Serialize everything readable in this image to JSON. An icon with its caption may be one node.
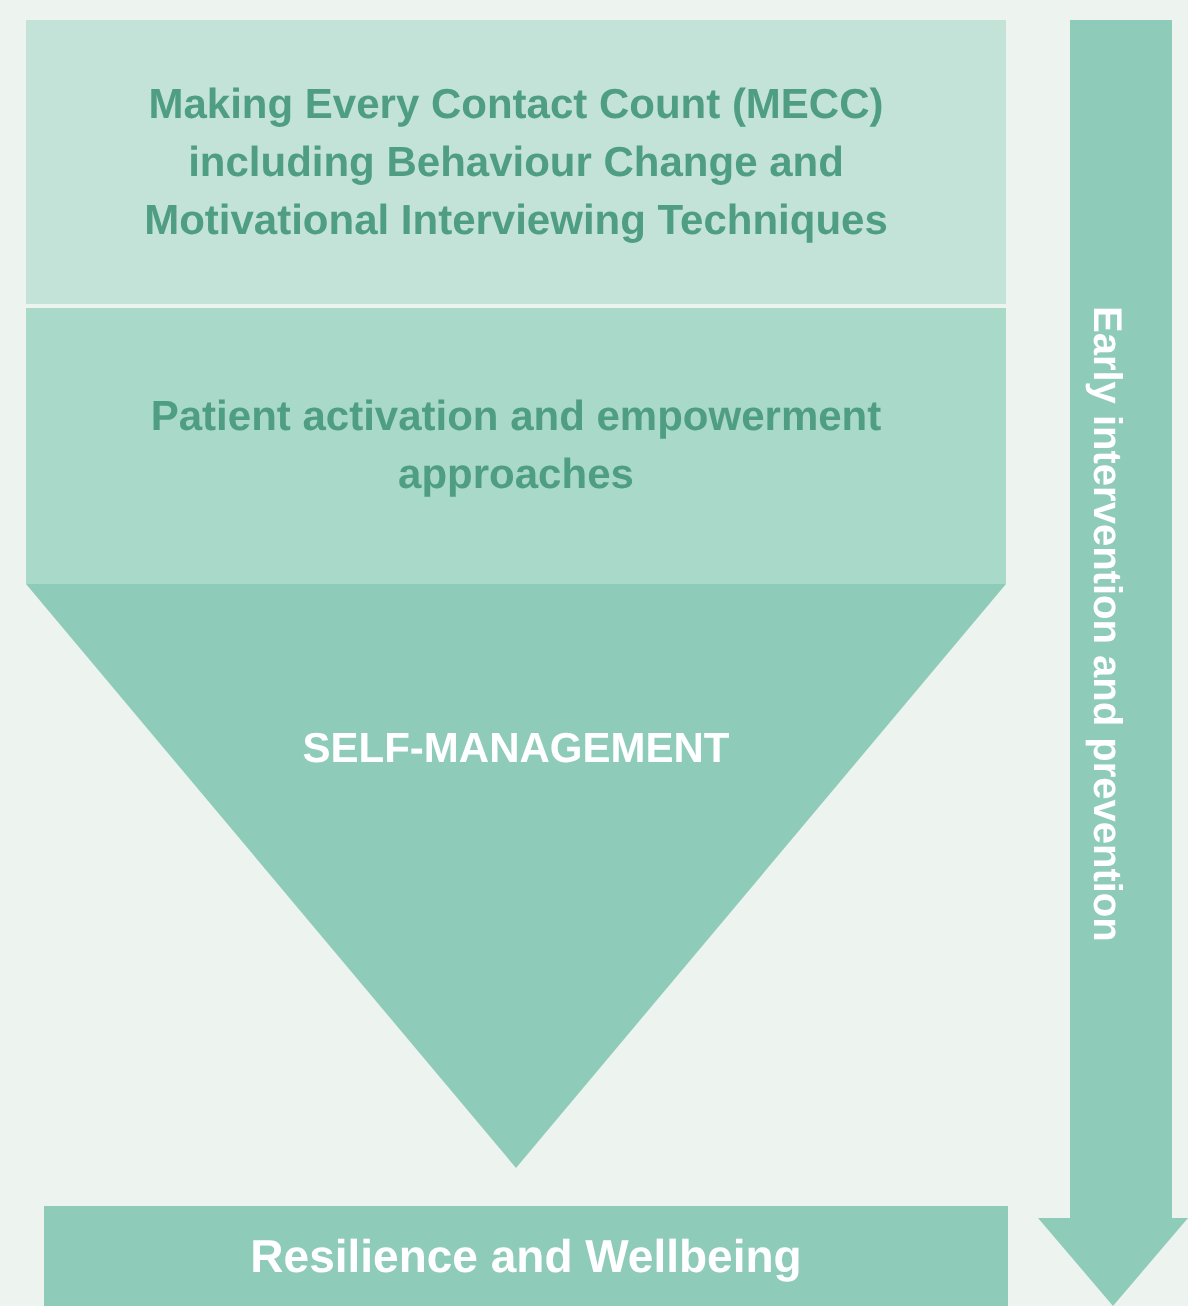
{
  "diagram": {
    "nodes": [
      {
        "text": [
          "Making Every Contact Count (MECC) including Behaviour Change and Motivational Interviewing Techniques"
        ]
      },
      {
        "text": [
          "Patient activation and empowerment approaches"
        ]
      },
      {
        "text": [
          "SELF-MANAGEMENT"
        ]
      },
      {
        "text": [
          "Resilience and Wellbeing"
        ]
      },
      {
        "text": [
          "Early intervention and prevention"
        ]
      }
    ]
  }
}
